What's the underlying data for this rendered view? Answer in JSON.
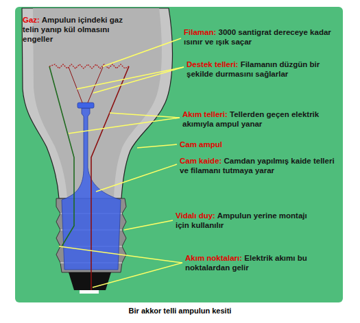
{
  "diagram": {
    "caption": "Bir akkor telli ampulun kesiti",
    "labels": [
      "Gaz:",
      "Ampulun içindeki gaz telin yanıp kül olmasını engeller",
      "Filaman:",
      "3000 santigrat dereceye kadar ısınır ve ışık saçar",
      "Destek telleri:",
      "Filamanın düzgün bir şekilde durmasını sağlarlar",
      "Akım telleri:",
      "Tellerden geçen elektrik akımıyla ampul yanar",
      "Cam ampul",
      "Cam kaide:",
      "Camdan yapılmış kaide telleri ve filamanı tutmaya yarar",
      "Vidalı duy:",
      "Ampulun yerine montajı için kullanılır",
      "Akım noktaları:",
      "Elektrik akımı bu noktalardan gelir"
    ]
  }
}
